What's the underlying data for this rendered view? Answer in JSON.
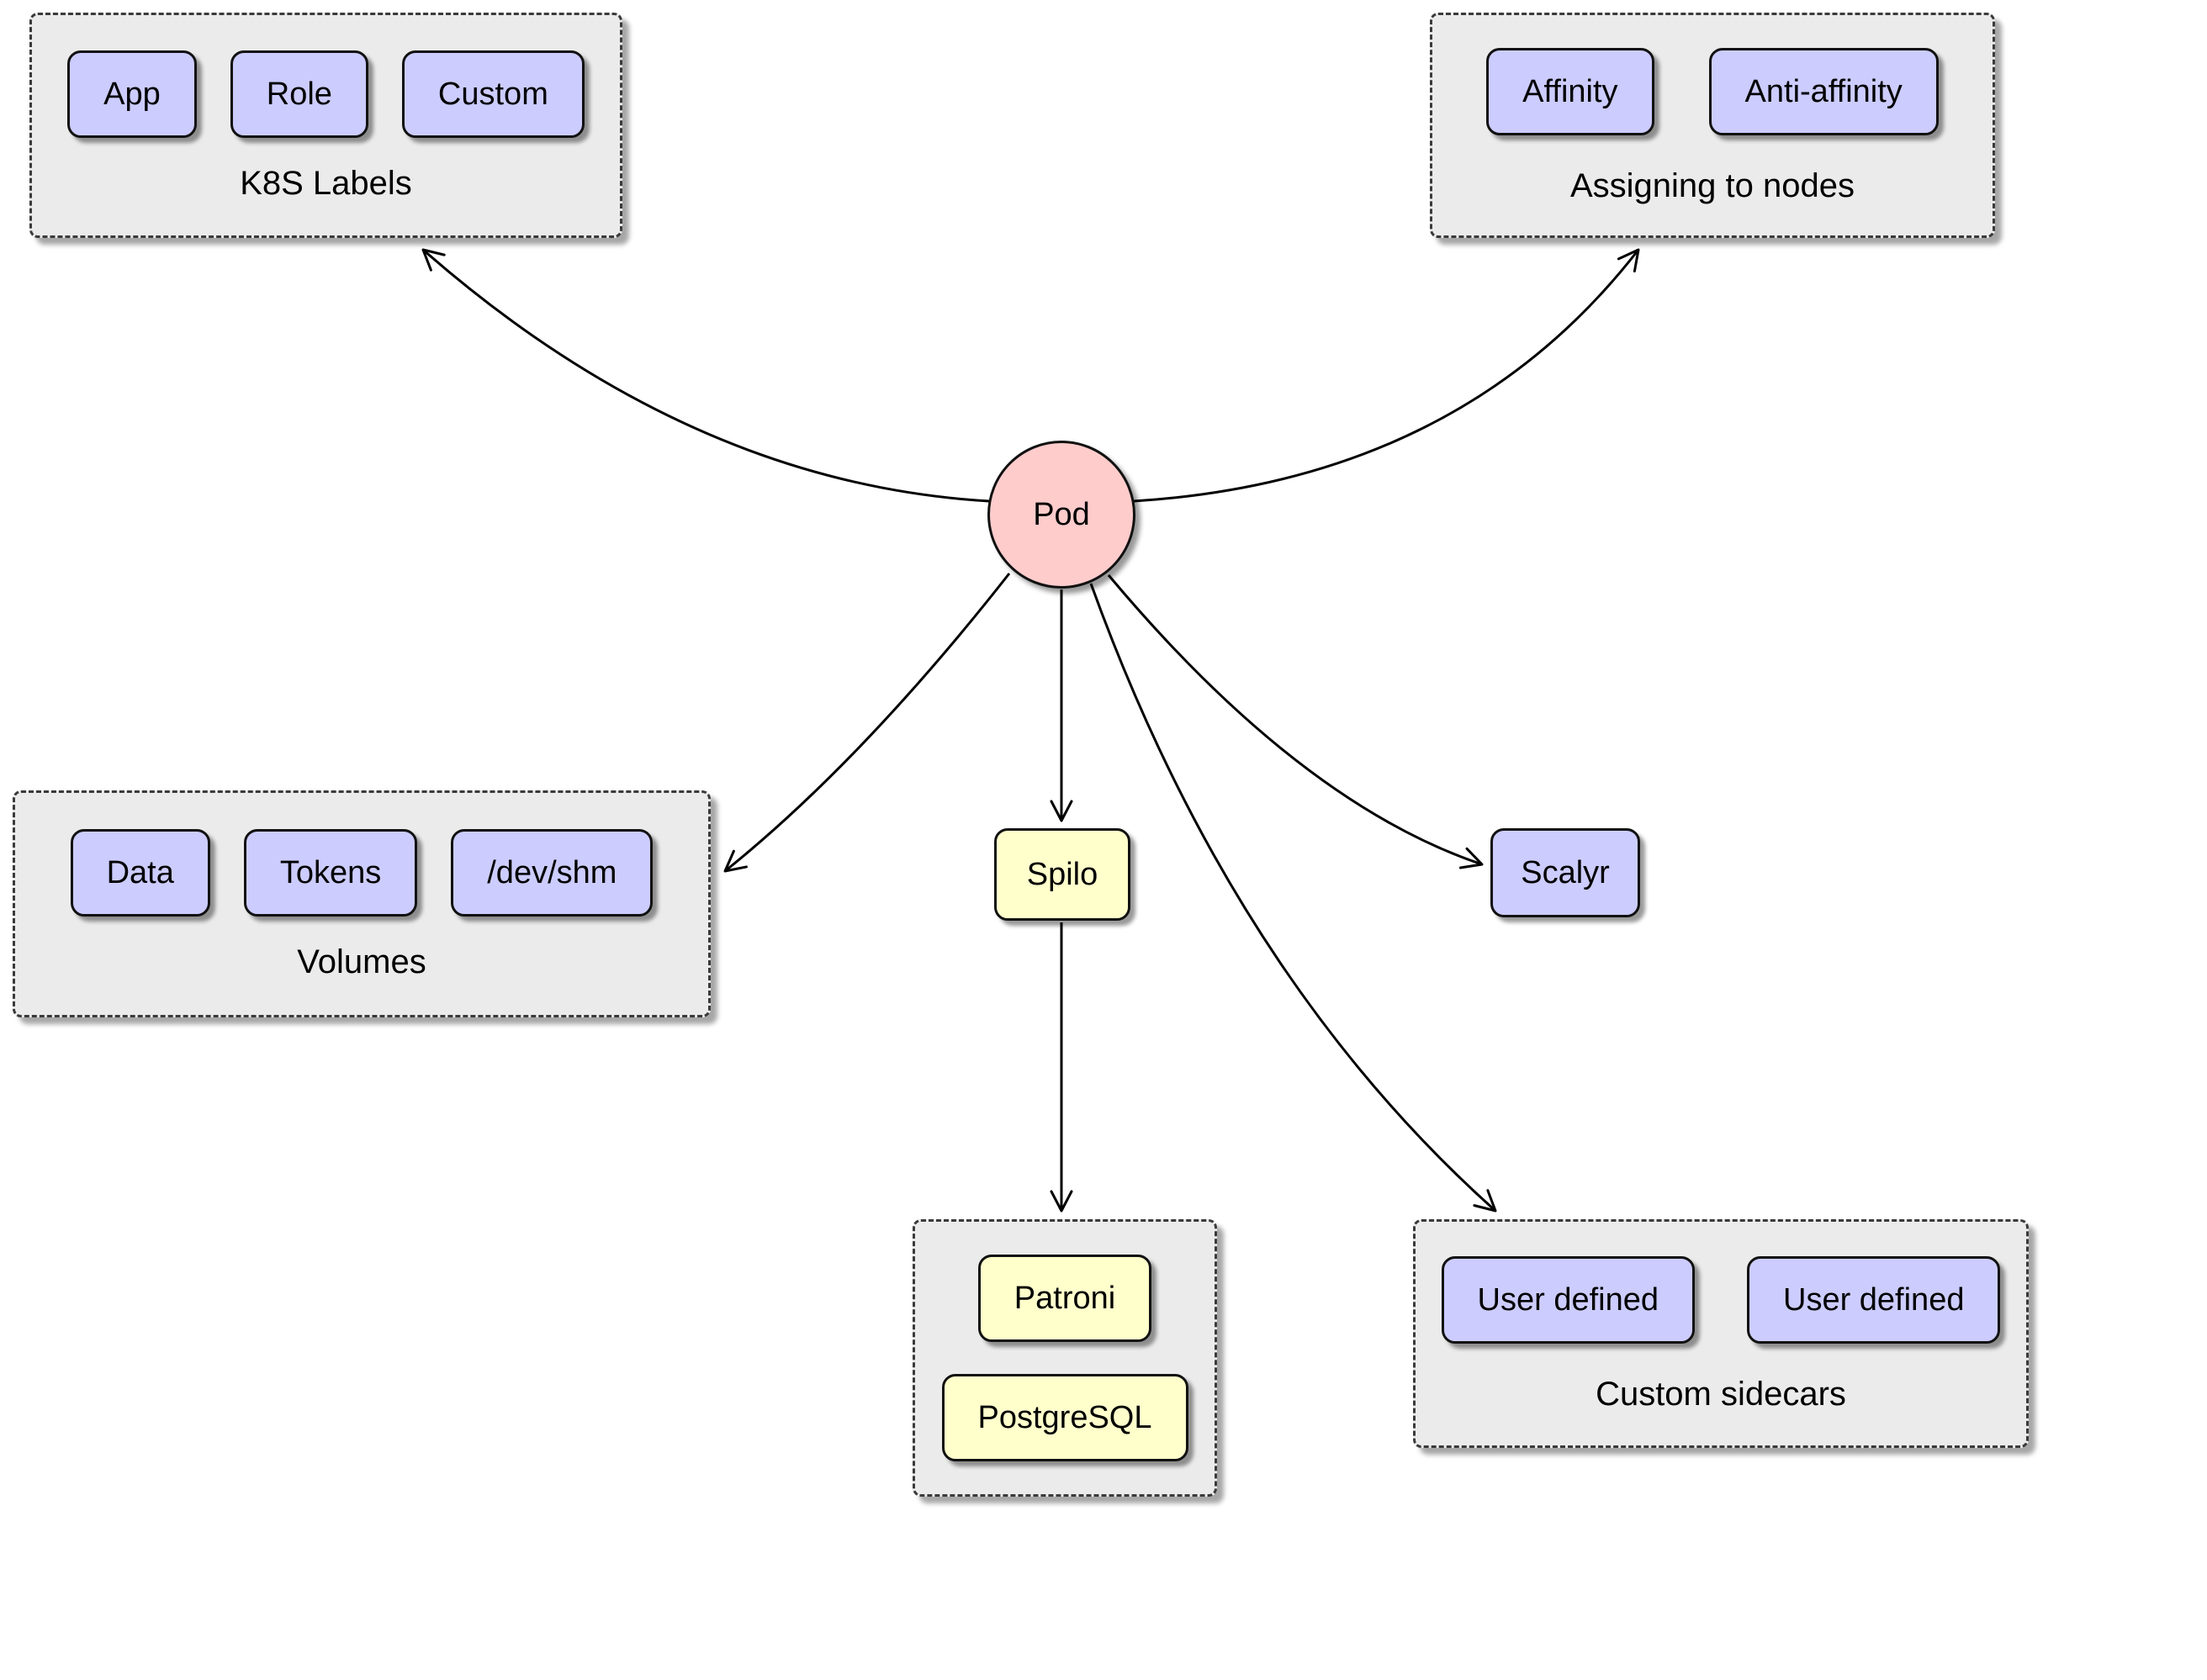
{
  "diagram": {
    "pod": {
      "label": "Pod"
    },
    "k8s_labels": {
      "title": "K8S Labels",
      "items": [
        "App",
        "Role",
        "Custom"
      ]
    },
    "assigning": {
      "title": "Assigning to nodes",
      "items": [
        "Affinity",
        "Anti-affinity"
      ]
    },
    "volumes": {
      "title": "Volumes",
      "items": [
        "Data",
        "Tokens",
        "/dev/shm"
      ]
    },
    "spilo": {
      "label": "Spilo",
      "children": [
        "Patroni",
        "PostgreSQL"
      ]
    },
    "scalyr": {
      "label": "Scalyr"
    },
    "sidecars": {
      "title": "Custom sidecars",
      "items": [
        "User defined",
        "User defined"
      ]
    },
    "colors": {
      "node_fill": "#ccccff",
      "process_fill": "#ffffcc",
      "pod_fill": "#ffcccc",
      "group_fill": "#ebebeb",
      "stroke": "#000000"
    }
  }
}
